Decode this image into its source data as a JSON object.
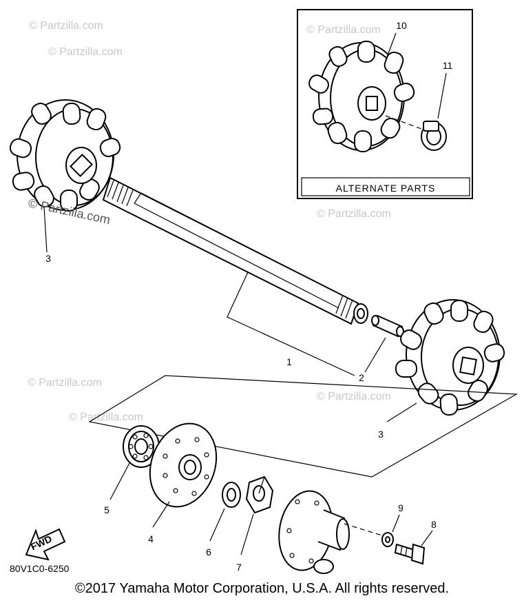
{
  "watermark": {
    "text": "© Partzilla.com",
    "main_text": "© Partzilla.com"
  },
  "inset": {
    "caption": "ALTERNATE PARTS",
    "callouts": [
      "10",
      "11"
    ]
  },
  "callouts": {
    "shaft": "1",
    "pin": "2",
    "sprocket_left": "3",
    "sprocket_right": "3",
    "flange_plate": "4",
    "bearing": "5",
    "washer": "6",
    "nut": "7",
    "bolt": "8",
    "lock_washer": "9"
  },
  "fwd_label": "FWD",
  "diagram_code": "80V1C0-6250",
  "copyright": "©2017 Yamaha Motor Corporation, U.S.A. All rights reserved."
}
